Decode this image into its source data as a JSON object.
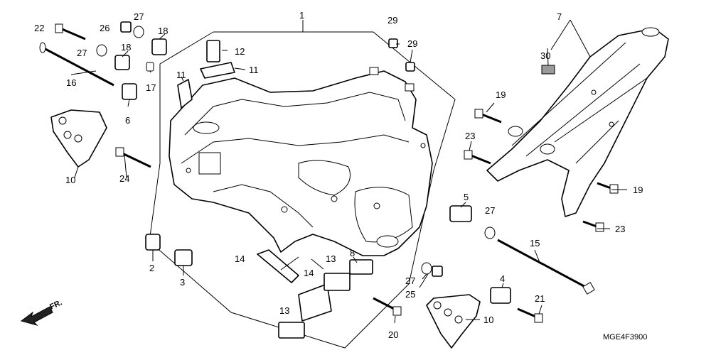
{
  "diagram": {
    "drawing_code": "MGE4F3900",
    "direction_label": "FR.",
    "callouts": {
      "c1": "1",
      "c2": "2",
      "c3": "3",
      "c4": "4",
      "c5": "5",
      "c6": "6",
      "c7": "7",
      "c8": "8",
      "c10a": "10",
      "c10b": "10",
      "c11a": "11",
      "c11b": "11",
      "c12": "12",
      "c13a": "13",
      "c13b": "13",
      "c14a": "14",
      "c14b": "14",
      "c15": "15",
      "c16": "16",
      "c17": "17",
      "c18a": "18",
      "c18b": "18",
      "c19a": "19",
      "c19b": "19",
      "c20": "20",
      "c21": "21",
      "c22": "22",
      "c23a": "23",
      "c23b": "23",
      "c24": "24",
      "c25": "25",
      "c26": "26",
      "c27a": "27",
      "c27b": "27",
      "c27c": "27",
      "c27d": "27",
      "c29a": "29",
      "c29b": "29",
      "c30": "30"
    }
  }
}
